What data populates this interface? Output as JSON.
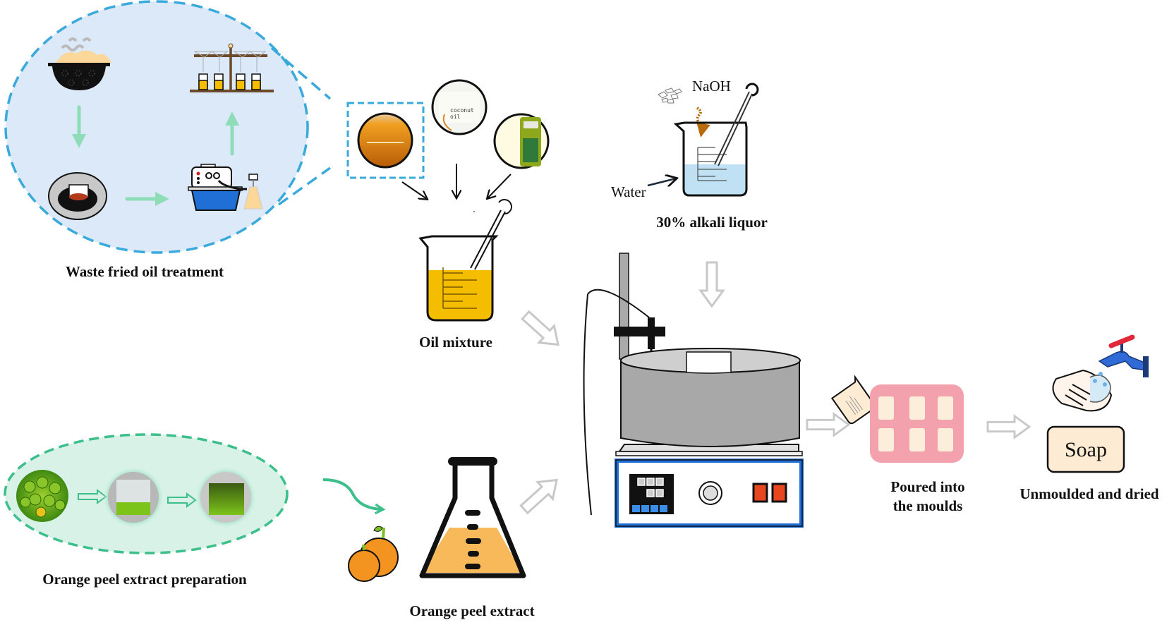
{
  "figure": {
    "labels": {
      "waste_oil": "Waste fried oil treatment",
      "oil_mixture": "Oil mixture",
      "alkali": "30% alkali liquor",
      "naoh": "NaOH",
      "water": "Water",
      "orange_prep": "Orange peel extract preparation",
      "orange_extract": "Orange peel extract",
      "poured_1": "Poured into",
      "poured_2": "the moulds",
      "unmoulded": "Unmoulded and dried",
      "soap": "Soap",
      "coconut_label_1": "coconut",
      "coconut_label_2": "oil"
    },
    "colors": {
      "blue_bubble_fill": "#dce9f8",
      "blue_dash": "#3aa9dc",
      "green_bubble_fill": "#d8f2e8",
      "green_dash": "#3cbf8a",
      "green_arrow": "#8fdcb8",
      "oil_yellow": "#f5bd00",
      "orange_liquid": "#f8b95a",
      "orange_fruit": "#f39421",
      "water_blue": "#bfe1f3",
      "bath_gray": "#a8a8a8",
      "panel_blue": "#1f6fd6",
      "button_red": "#e8461f",
      "mould_pink": "#f3a2ad",
      "mould_cell": "#fdeedb",
      "soap_fill": "#fdebd3",
      "hollow_arrow": "#c8c8c8",
      "naoh_arrow": "#b86a0c"
    },
    "icons": [
      "colander-icon",
      "evaporating-dish-icon",
      "rotary-evaporator-icon",
      "filtration-rack-icon",
      "waste-oil-photo",
      "coconut-oil-photo",
      "olive-oil-photo",
      "beaker-oil-icon",
      "beaker-alkali-icon",
      "water-bath-stirrer-icon",
      "orange-photo",
      "soaking-beaker-photo",
      "extract-beaker-photo",
      "oranges-icon",
      "erlenmeyer-flask-icon",
      "soap-mould-icon",
      "pouring-beaker-icon",
      "hand-washing-icon",
      "faucet-icon",
      "soap-bar-icon"
    ]
  }
}
